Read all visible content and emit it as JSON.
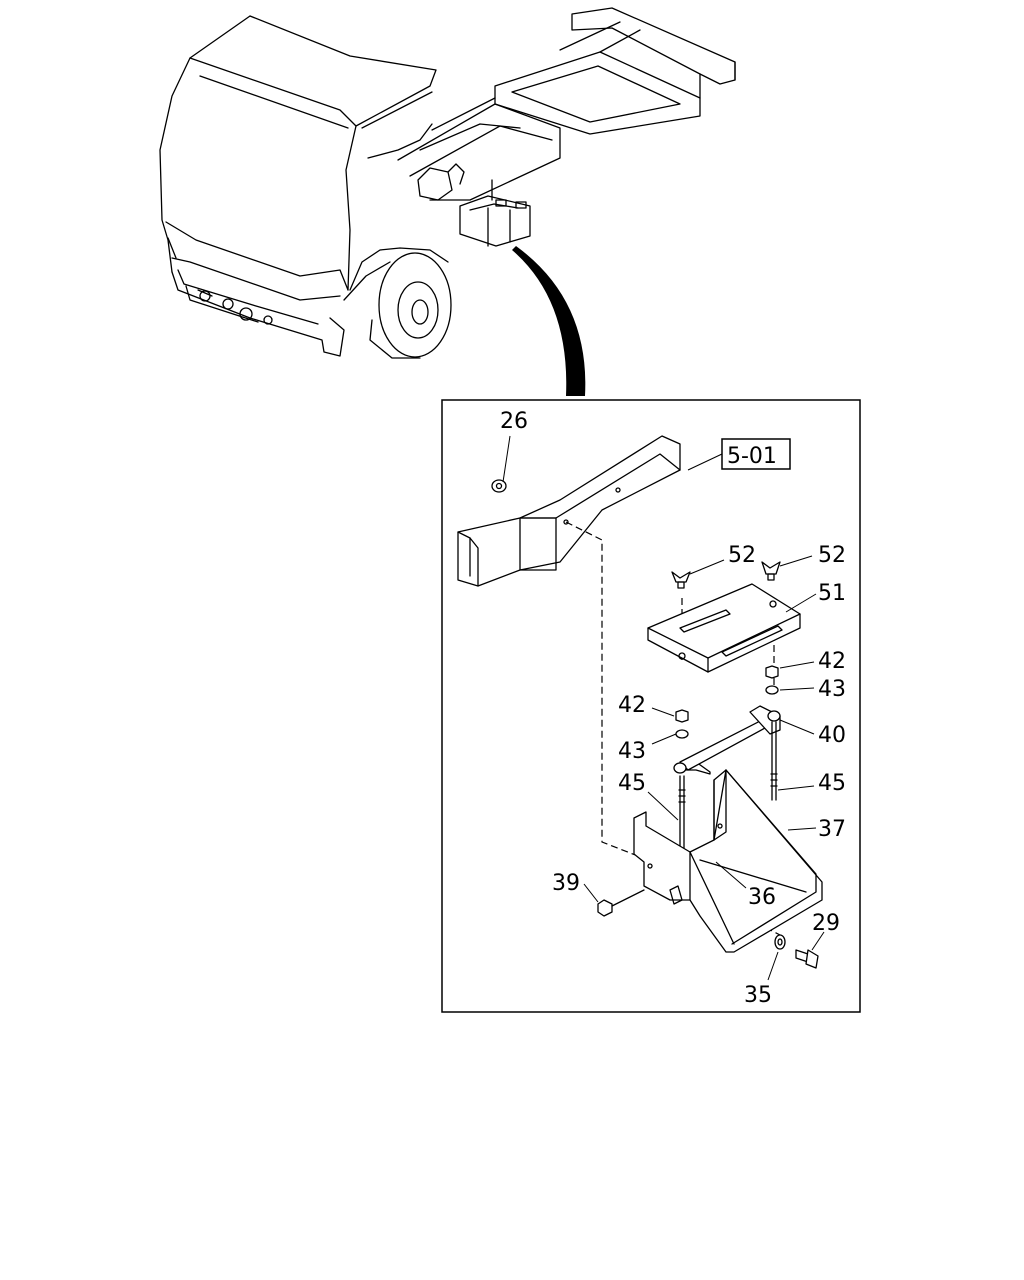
{
  "diagram": {
    "reference": "5-01",
    "callouts": [
      "26",
      "52",
      "52",
      "51",
      "42",
      "43",
      "42",
      "43",
      "40",
      "45",
      "45",
      "37",
      "36",
      "39",
      "29",
      "35"
    ]
  }
}
